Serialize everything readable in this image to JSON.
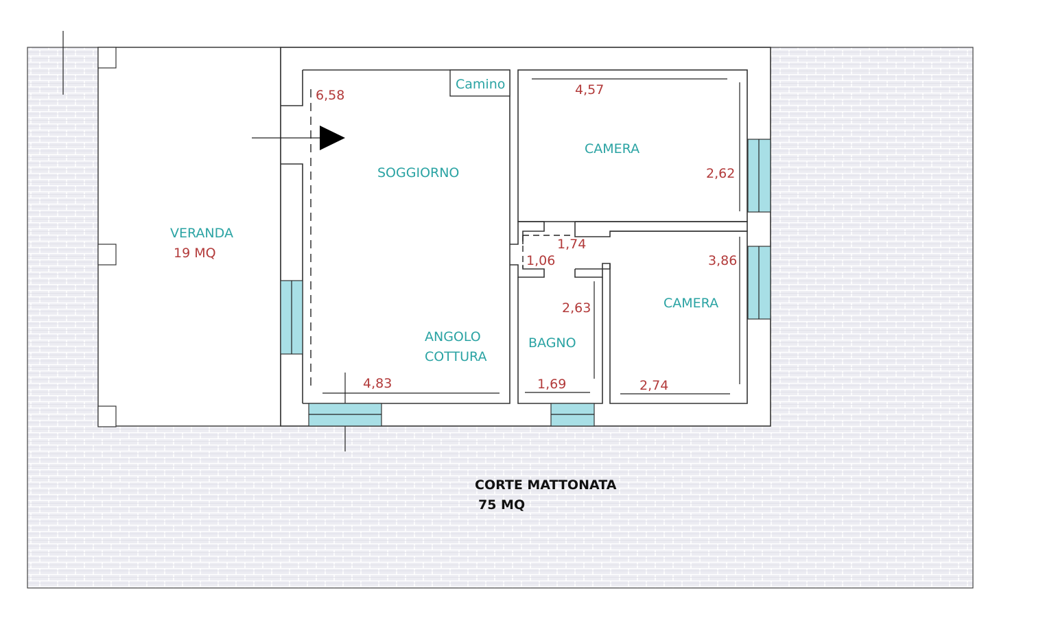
{
  "colors": {
    "room_label": "#2aa3a3",
    "dimension": "#b23a3a",
    "court_label": "#111111",
    "window": "#a8dfe6",
    "brick_bg": "#e8e8ef"
  },
  "rooms": {
    "veranda": {
      "name": "VERANDA",
      "area": "19 MQ"
    },
    "soggiorno": "SOGGIORNO",
    "angolo_line1": "ANGOLO",
    "angolo_line2": "COTTURA",
    "camino": "Camino",
    "camera_top": "CAMERA",
    "camera_bottom": "CAMERA",
    "bagno": "BAGNO"
  },
  "court": {
    "name": "CORTE MATTONATA",
    "area": "75 MQ"
  },
  "dimensions": {
    "soggiorno_height": "6,58",
    "soggiorno_width": "4,83",
    "camera_top_width": "4,57",
    "camera_top_height": "2,62",
    "hall_width": "1,74",
    "hall_height": "1,06",
    "camera_bottom_height": "3,86",
    "camera_bottom_width": "2,74",
    "bagno_height": "2,63",
    "bagno_width": "1,69"
  },
  "icons": {
    "entrance": "entrance-arrow-icon"
  }
}
